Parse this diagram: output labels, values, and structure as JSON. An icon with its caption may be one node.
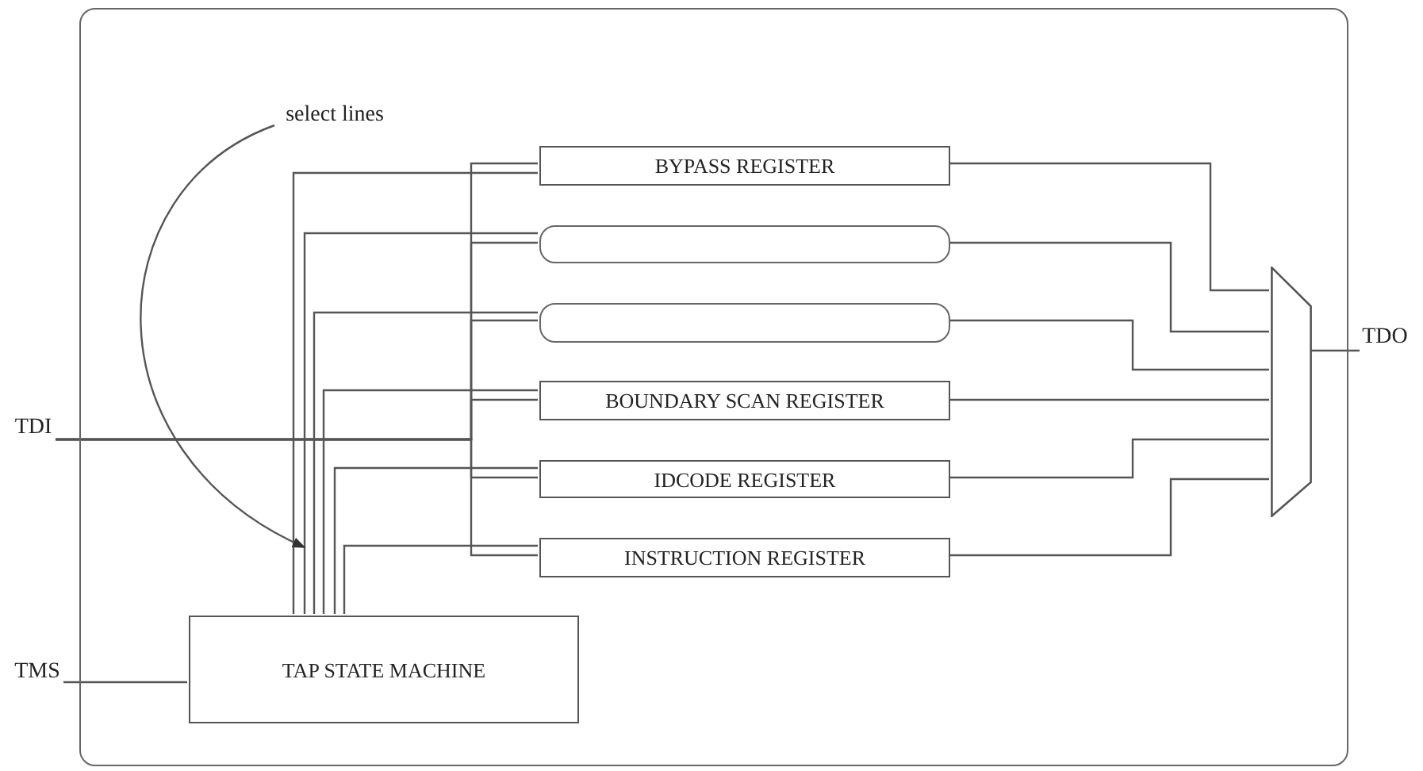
{
  "diagram": {
    "nodes": [
      {
        "text": [],
        "shape": "box"
      },
      {
        "text": [
          "TDI"
        ]
      },
      {
        "text": [
          "TMS"
        ]
      },
      {
        "text": [
          "select lines"
        ],
        "in": 0
      },
      {
        "text": [
          "BYPASS REGISTER"
        ],
        "in": 0
      },
      {
        "text": [],
        "shape": "box",
        "in": 0
      },
      {
        "text": [],
        "shape": "box",
        "in": 0
      },
      {
        "text": [
          "BOUNDARY SCAN REGISTER"
        ],
        "in": 0
      },
      {
        "text": [
          "IDCODE REGISTER"
        ],
        "in": 0
      },
      {
        "text": [
          "INSTRUCTION REGISTER"
        ],
        "in": 0
      },
      {
        "text": [
          "TAP STATE MACHINE"
        ],
        "in": 0
      },
      {
        "text": [],
        "shape": "trapezoid",
        "in": 0
      },
      {
        "text": [
          "TDO"
        ]
      }
    ],
    "edges": [
      {
        "from": 1,
        "to": 4,
        "arrow": "none"
      },
      {
        "from": 1,
        "to": 5,
        "arrow": "none"
      },
      {
        "from": 1,
        "to": 6,
        "arrow": "none"
      },
      {
        "from": 1,
        "to": 7,
        "arrow": "none"
      },
      {
        "from": 1,
        "to": 8,
        "arrow": "none"
      },
      {
        "from": 1,
        "to": 9,
        "arrow": "none"
      },
      {
        "from": 2,
        "to": 10,
        "arrow": "none"
      },
      {
        "from": 10,
        "to": 4,
        "arrow": "none"
      },
      {
        "from": 10,
        "to": 5,
        "arrow": "none"
      },
      {
        "from": 10,
        "to": 6,
        "arrow": "none"
      },
      {
        "from": 10,
        "to": 7,
        "arrow": "none"
      },
      {
        "from": 10,
        "to": 8,
        "arrow": "none"
      },
      {
        "from": 10,
        "to": 9,
        "arrow": "none"
      },
      {
        "from": 4,
        "to": 11,
        "arrow": "none"
      },
      {
        "from": 5,
        "to": 11,
        "arrow": "none"
      },
      {
        "from": 6,
        "to": 11,
        "arrow": "none"
      },
      {
        "from": 7,
        "to": 11,
        "arrow": "none"
      },
      {
        "from": 8,
        "to": 11,
        "arrow": "none"
      },
      {
        "from": 9,
        "to": 11,
        "arrow": "none"
      },
      {
        "from": 11,
        "to": 12,
        "arrow": "none"
      },
      {
        "from": 3,
        "to": null,
        "arrow": "to"
      }
    ]
  }
}
